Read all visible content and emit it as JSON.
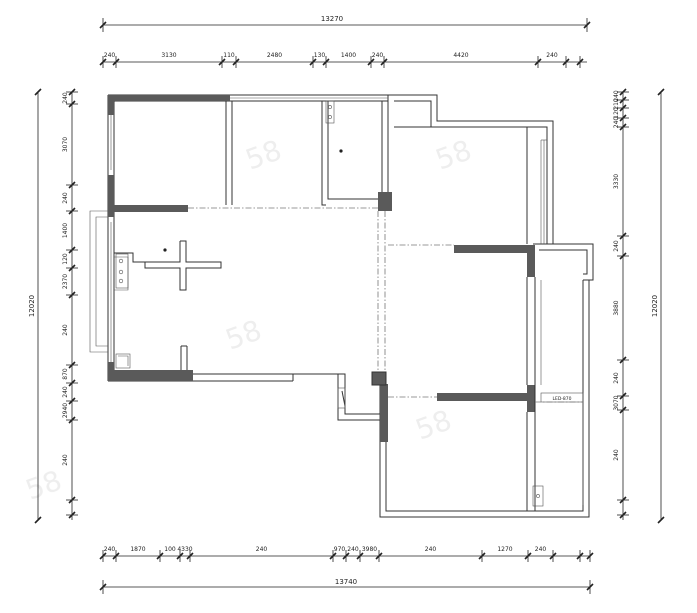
{
  "drawing": {
    "top_total": "13270",
    "bottom_total": "13740",
    "left_total": "12020",
    "right_total": "12020",
    "top_segments": [
      "240",
      "3130",
      "110",
      "2480",
      "130",
      "1400",
      "240",
      "4420",
      "240"
    ],
    "bottom_segments": [
      "240",
      "1870",
      "100",
      "4330",
      "240",
      "970",
      "240",
      "3980",
      "240",
      "1270",
      "240"
    ],
    "left_segments": [
      "240",
      "3070",
      "240",
      "1400",
      "120",
      "2370",
      "240",
      "870",
      "240",
      "2940",
      "240"
    ],
    "right_segments": [
      "240",
      "210",
      "120",
      "240",
      "3330",
      "240",
      "3880",
      "240",
      "3070",
      "240"
    ],
    "room_tag": "LED-870"
  }
}
